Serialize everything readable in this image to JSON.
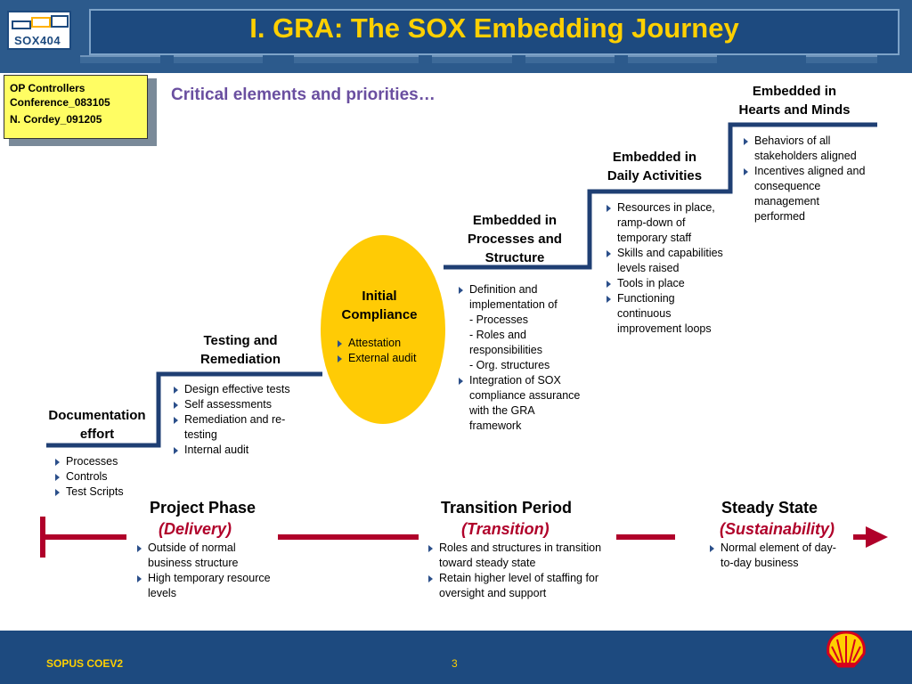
{
  "header": {
    "title": "I. GRA: The SOX Embedding Journey",
    "logo_text": "SOX404"
  },
  "note": {
    "line1": "OP Controllers",
    "line2": "Conference_083105",
    "line3": "N. Cordey_091205"
  },
  "subtitle": "Critical elements and priorities…",
  "stages": {
    "documentation": {
      "title_line1": "Documentation",
      "title_line2": "effort",
      "bullets": [
        "Processes",
        "Controls",
        "Test Scripts"
      ]
    },
    "testing": {
      "title_line1": "Testing and",
      "title_line2": "Remediation",
      "bullets": [
        "Design effective tests",
        "Self assessments",
        "Remediation and re-testing",
        "Internal audit"
      ]
    },
    "initial": {
      "title_line1": "Initial",
      "title_line2": "Compliance",
      "bullets": [
        "Attestation",
        "External audit"
      ]
    },
    "processes": {
      "title_line1": "Embedded in",
      "title_line2": "Processes and",
      "title_line3": "Structure",
      "bullet1_main": "Definition and implementation of",
      "bullet1_sub1": "- Processes",
      "bullet1_sub2": "- Roles and responsibilities",
      "bullet1_sub3": "- Org. structures",
      "bullet2": "Integration of SOX compliance assurance with the GRA framework"
    },
    "daily": {
      "title_line1": "Embedded in",
      "title_line2": "Daily Activities",
      "bullets": [
        "Resources in place, ramp-down of temporary staff",
        "Skills and capabilities levels raised",
        "Tools in place",
        "Functioning continuous improvement loops"
      ]
    },
    "hearts": {
      "title_line1": "Embedded in",
      "title_line2": "Hearts and Minds",
      "bullets": [
        "Behaviors of all stakeholders aligned",
        "Incentives aligned and consequence management performed"
      ]
    }
  },
  "phases": {
    "project": {
      "title": "Project Phase",
      "subtitle": "(Delivery)",
      "bullets": [
        "Outside of normal business structure",
        "High temporary resource levels"
      ]
    },
    "transition": {
      "title": "Transition Period",
      "subtitle": "(Transition)",
      "bullets": [
        "Roles and structures in transition toward steady state",
        "Retain higher level of staffing for oversight and support"
      ]
    },
    "steady": {
      "title": "Steady State",
      "subtitle": "(Sustainability)",
      "bullets": [
        "Normal element of day-to-day business"
      ]
    }
  },
  "footer": {
    "left": "SOPUS COEV2",
    "page": "3"
  },
  "colors": {
    "navy": "#1d4a7f",
    "title_yellow": "#ffd000",
    "oval_yellow": "#ffcb05",
    "phase_red": "#b0002a",
    "subtitle_purple": "#6a4fa0",
    "staircase": "#1f3f73"
  }
}
